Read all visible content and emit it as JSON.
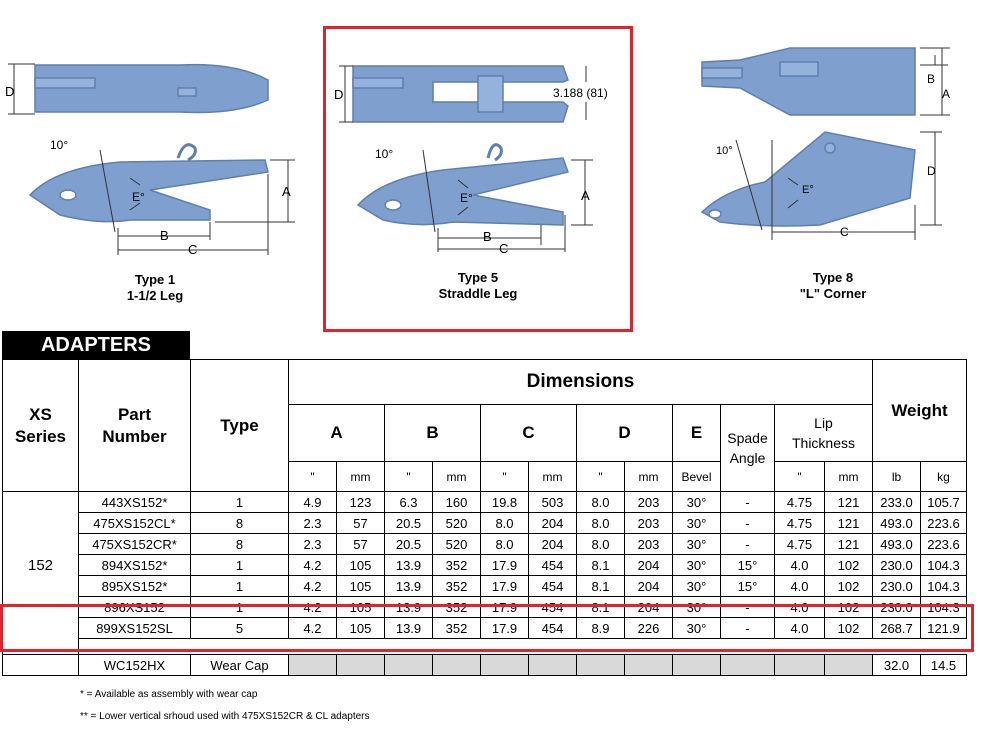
{
  "diagrams": {
    "type1": {
      "caption_line1": "Type 1",
      "caption_line2": "1-1/2 Leg",
      "labels": {
        "d": "D",
        "angle": "10°",
        "e": "E°",
        "a": "A",
        "b": "B",
        "c": "C"
      }
    },
    "type5": {
      "caption_line1": "Type 5",
      "caption_line2": "Straddle Leg",
      "labels": {
        "d": "D",
        "gap": "3.188 (81)",
        "angle": "10°",
        "e": "E°",
        "a": "A",
        "b": "B",
        "c": "C"
      }
    },
    "type8": {
      "caption_line1": "Type 8",
      "caption_line2": "\"L\" Corner",
      "labels": {
        "b": "B",
        "a": "A",
        "angle": "10°",
        "d": "D",
        "e": "E°",
        "c": "C"
      }
    }
  },
  "table": {
    "title": "ADAPTERS",
    "headers": {
      "xs_series": [
        "XS",
        "Series"
      ],
      "part_number": [
        "Part",
        "Number"
      ],
      "type": "Type",
      "dimensions": "Dimensions",
      "a": "A",
      "b": "B",
      "c": "C",
      "d": "D",
      "e": "E",
      "spade_angle": [
        "Spade",
        "Angle"
      ],
      "lip_thickness": [
        "Lip",
        "Thickness"
      ],
      "weight": "Weight",
      "units": {
        "in": "\"",
        "mm": "mm",
        "bevel": "Bevel",
        "lb": "lb",
        "kg": "kg"
      }
    },
    "series_label": "152",
    "rows": [
      [
        "443XS152*",
        "1",
        "4.9",
        "123",
        "6.3",
        "160",
        "19.8",
        "503",
        "8.0",
        "203",
        "30°",
        "-",
        "4.75",
        "121",
        "233.0",
        "105.7"
      ],
      [
        "475XS152CL*",
        "8",
        "2.3",
        "57",
        "20.5",
        "520",
        "8.0",
        "204",
        "8.0",
        "203",
        "30°",
        "-",
        "4.75",
        "121",
        "493.0",
        "223.6"
      ],
      [
        "475XS152CR*",
        "8",
        "2.3",
        "57",
        "20.5",
        "520",
        "8.0",
        "204",
        "8.0",
        "203",
        "30°",
        "-",
        "4.75",
        "121",
        "493.0",
        "223.6"
      ],
      [
        "894XS152*",
        "1",
        "4.2",
        "105",
        "13.9",
        "352",
        "17.9",
        "454",
        "8.1",
        "204",
        "30°",
        "15°",
        "4.0",
        "102",
        "230.0",
        "104.3"
      ],
      [
        "895XS152*",
        "1",
        "4.2",
        "105",
        "13.9",
        "352",
        "17.9",
        "454",
        "8.1",
        "204",
        "30°",
        "15°",
        "4.0",
        "102",
        "230.0",
        "104.3"
      ],
      [
        "896XS152",
        "1",
        "4.2",
        "105",
        "13.9",
        "352",
        "17.9",
        "454",
        "8.1",
        "204",
        "30°",
        "-",
        "4.0",
        "102",
        "230.0",
        "104.3"
      ],
      [
        "899XS152SL",
        "5",
        "4.2",
        "105",
        "13.9",
        "352",
        "17.9",
        "454",
        "8.9",
        "226",
        "30°",
        "-",
        "4.0",
        "102",
        "268.7",
        "121.9"
      ]
    ],
    "wear_cap": {
      "part": "WC152HX",
      "type": "Wear Cap",
      "lb": "32.0",
      "kg": "14.5"
    }
  },
  "notes": {
    "note1": "* = Available as assembly with wear cap",
    "note2": "** = Lower vertical srhoud used with 475XS152CR & CL adapters"
  },
  "colors": {
    "part_fill": "#7f9fcf",
    "part_stroke": "#5f7fae",
    "highlight": "#e0232f",
    "header_bg": "#000000",
    "gray_cell": "#d9d9d9"
  }
}
